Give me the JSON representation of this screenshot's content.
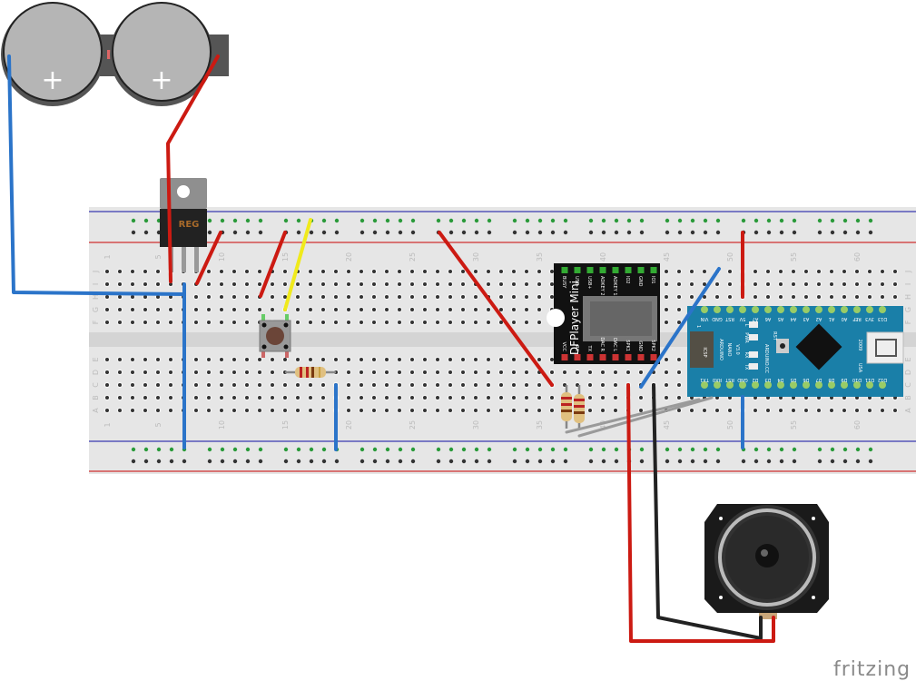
{
  "logo": "fritzing",
  "breadboard": {
    "columns": 63,
    "column_labels": [
      "1",
      "5",
      "10",
      "15",
      "20",
      "25",
      "30",
      "35",
      "40",
      "45",
      "50",
      "55",
      "60"
    ],
    "rows_top": [
      "J",
      "I",
      "H",
      "G",
      "F"
    ],
    "rows_bottom": [
      "E",
      "D",
      "C",
      "B",
      "A"
    ]
  },
  "battery": {
    "plus_left": "+",
    "plus_right": "+"
  },
  "regulator": {
    "label": "REG"
  },
  "dfplayer": {
    "title": "DFPlayer Mini",
    "top_pins": [
      "BUSY",
      "USB-",
      "USB+",
      "ADKEY 2",
      "ADKEY 1",
      "IO2",
      "GND",
      "IO1"
    ],
    "bottom_pins": [
      "VCC",
      "RX",
      "TX",
      "DAC R",
      "DAC L",
      "SPK1",
      "GND",
      "SPK2"
    ]
  },
  "arduino": {
    "name": "ARDUINO",
    "model": "NANO",
    "version": "V3.0",
    "site": "ARDUINO.CC",
    "icsp": "ICSP",
    "icsp_pin": "1",
    "rst": "RST",
    "leds": [
      "L",
      "PWR",
      "RX",
      "TX"
    ],
    "year": "2009",
    "country": "USA",
    "top_pins": [
      "VIN",
      "GND",
      "RST",
      "5V",
      "A7",
      "A6",
      "A5",
      "A4",
      "A3",
      "A2",
      "A1",
      "A0",
      "REF",
      "3V3",
      "D13"
    ],
    "bottom_pins": [
      "TX1",
      "RX0",
      "RST",
      "GND",
      "D2",
      "D3",
      "D4",
      "D5",
      "D6",
      "D7",
      "D8",
      "D9",
      "D10",
      "D11",
      "D12"
    ]
  },
  "colors": {
    "red_wire": "#cc1a12",
    "blue_wire": "#2b74c9",
    "yellow_wire": "#f0ea1c",
    "black_wire": "#222222",
    "gray_wire": "#9a9a9a",
    "arduino": "#1a7fa8",
    "breadboard": "#e6e6e6"
  }
}
